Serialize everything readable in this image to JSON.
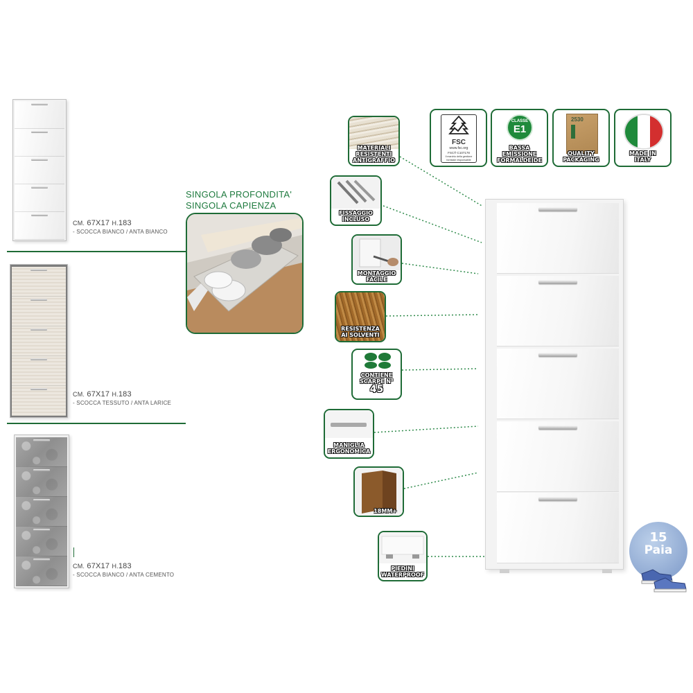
{
  "variants": [
    {
      "dims_prefix": "CM.",
      "dims_main": "67X17",
      "height_prefix": "H.",
      "height": "183",
      "body_prefix": "- SCOCCA",
      "body_finish": "BIANCO",
      "door_prefix": "ANTA",
      "door_finish": "BIANCO"
    },
    {
      "dims_prefix": "CM.",
      "dims_main": "67X17",
      "height_prefix": "H.",
      "height": "183",
      "body_prefix": "- SCOCCA",
      "body_finish": "TESSUTO",
      "door_prefix": "ANTA",
      "door_finish": "LARICE"
    },
    {
      "dims_prefix": "CM.",
      "dims_main": "67X17",
      "height_prefix": "H.",
      "height": "183",
      "body_prefix": "- SCOCCA",
      "body_finish": "BIANCO",
      "door_prefix": "ANTA",
      "door_finish": "CEMENTO"
    }
  ],
  "depth": {
    "line1": "SINGOLA PROFONDITA'",
    "line2": "SINGOLA CAPIENZA"
  },
  "certifications": {
    "fsc": {
      "logo": "FSC",
      "small_text": "Il marchio della gestione forestale responsabile",
      "code": "FSC® C107178",
      "url": "www.fsc.org"
    },
    "e1": {
      "top": "CLASSE",
      "mark": "E1",
      "label_lines": [
        "BASSA",
        "EMISSIONE",
        "FORMALDEIDE"
      ]
    },
    "packaging": {
      "box_code": "2530",
      "label_lines": [
        "QUALITY",
        "PACKAGING"
      ]
    },
    "italy": {
      "label_lines": [
        "MADE IN",
        "ITALY"
      ]
    }
  },
  "features": {
    "materials": [
      "MATERIALI",
      "RESISTENTI",
      "ANTIGRAFFIO"
    ],
    "fixing": [
      "FISSAGGIO",
      "INCLUSO"
    ],
    "assembly": [
      "MONTAGGIO",
      "FACILE"
    ],
    "solvents": [
      "RESISTENZA",
      "AI SOLVENTI"
    ],
    "shoes": [
      "CONTIENE",
      "SCARPE N°"
    ],
    "shoes_count": "45",
    "handle": [
      "MANIGLIA",
      "ERGONOMICA"
    ],
    "thickness": [
      "18MM+"
    ],
    "feet": [
      "PIEDINI",
      "WATERPROOF"
    ]
  },
  "capacity": {
    "number": "15",
    "unit": "Paia"
  },
  "colors": {
    "brand_green": "#1e6b36",
    "dotted_green": "#2e8a4a",
    "paia_blue": "#8fa9d2"
  }
}
